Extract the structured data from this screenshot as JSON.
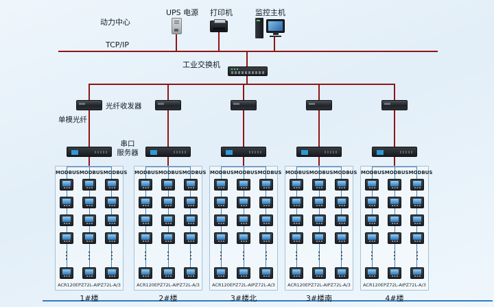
{
  "labels": {
    "power_center": "动力中心",
    "ups": "UPS 电源",
    "printer": "打印机",
    "host": "监控主机",
    "tcpip": "TCP/IP",
    "switch": "工业交换机",
    "fiber_transceiver": "光纤收发器",
    "single_mode_fiber": "单模光纤",
    "serial_server_l1": "串口",
    "serial_server_l2": "服务器",
    "modbus": "MODBUS",
    "device_model": "ACR120EPZ72L-AIPZ72L-A/3"
  },
  "groups": [
    {
      "name": "1#楼"
    },
    {
      "name": "2#楼"
    },
    {
      "name": "3#楼北"
    },
    {
      "name": "3#楼南"
    },
    {
      "name": "4#楼"
    }
  ],
  "structure": {
    "columns_per_group": 3,
    "meter_rows_visible": 5
  },
  "colors": {
    "topology_line": "#8e1414",
    "column_line": "#4a7fb5",
    "bottom_rule": "#2e7bbf",
    "meter_screen": "#3f8fd6"
  }
}
